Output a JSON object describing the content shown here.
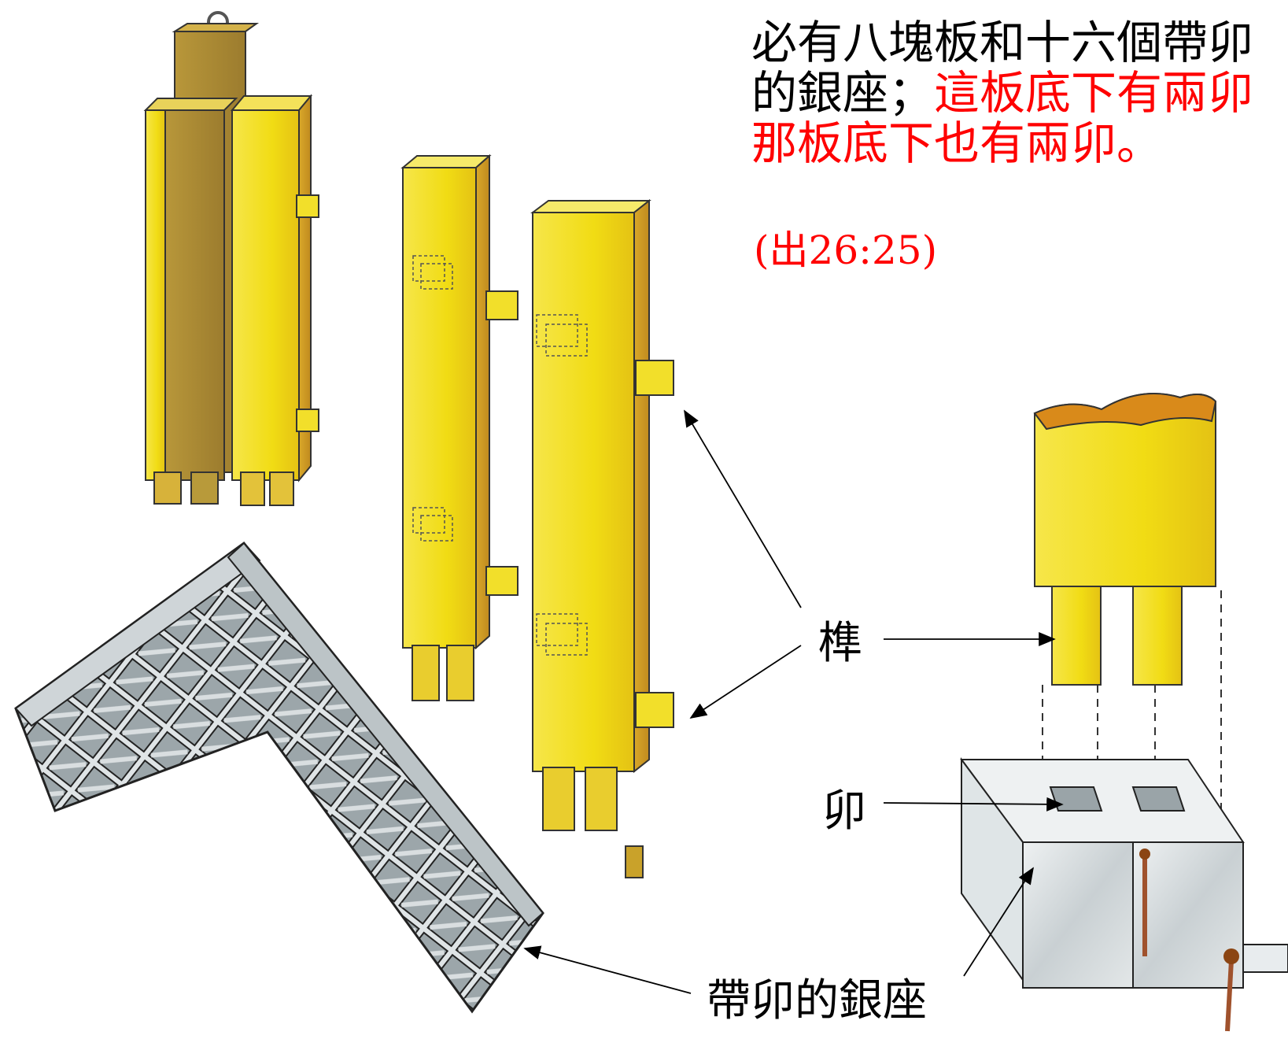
{
  "verse": {
    "line1": "必有八塊板和十六個帶卯",
    "line2_black": "的銀座；",
    "line2_red": "這板底下有兩卯",
    "line3_red": "那板底下也有兩卯。",
    "reference": "(出26:25)"
  },
  "labels": {
    "tenon": "榫",
    "mortise": "卯",
    "silver_socket": "帶卯的銀座"
  },
  "colors": {
    "text": "#000000",
    "highlight": "#ff0000",
    "wood_gold": "#f2e01a",
    "wood_shadow": "#c9a22a",
    "silver": "#b8c0c4"
  }
}
